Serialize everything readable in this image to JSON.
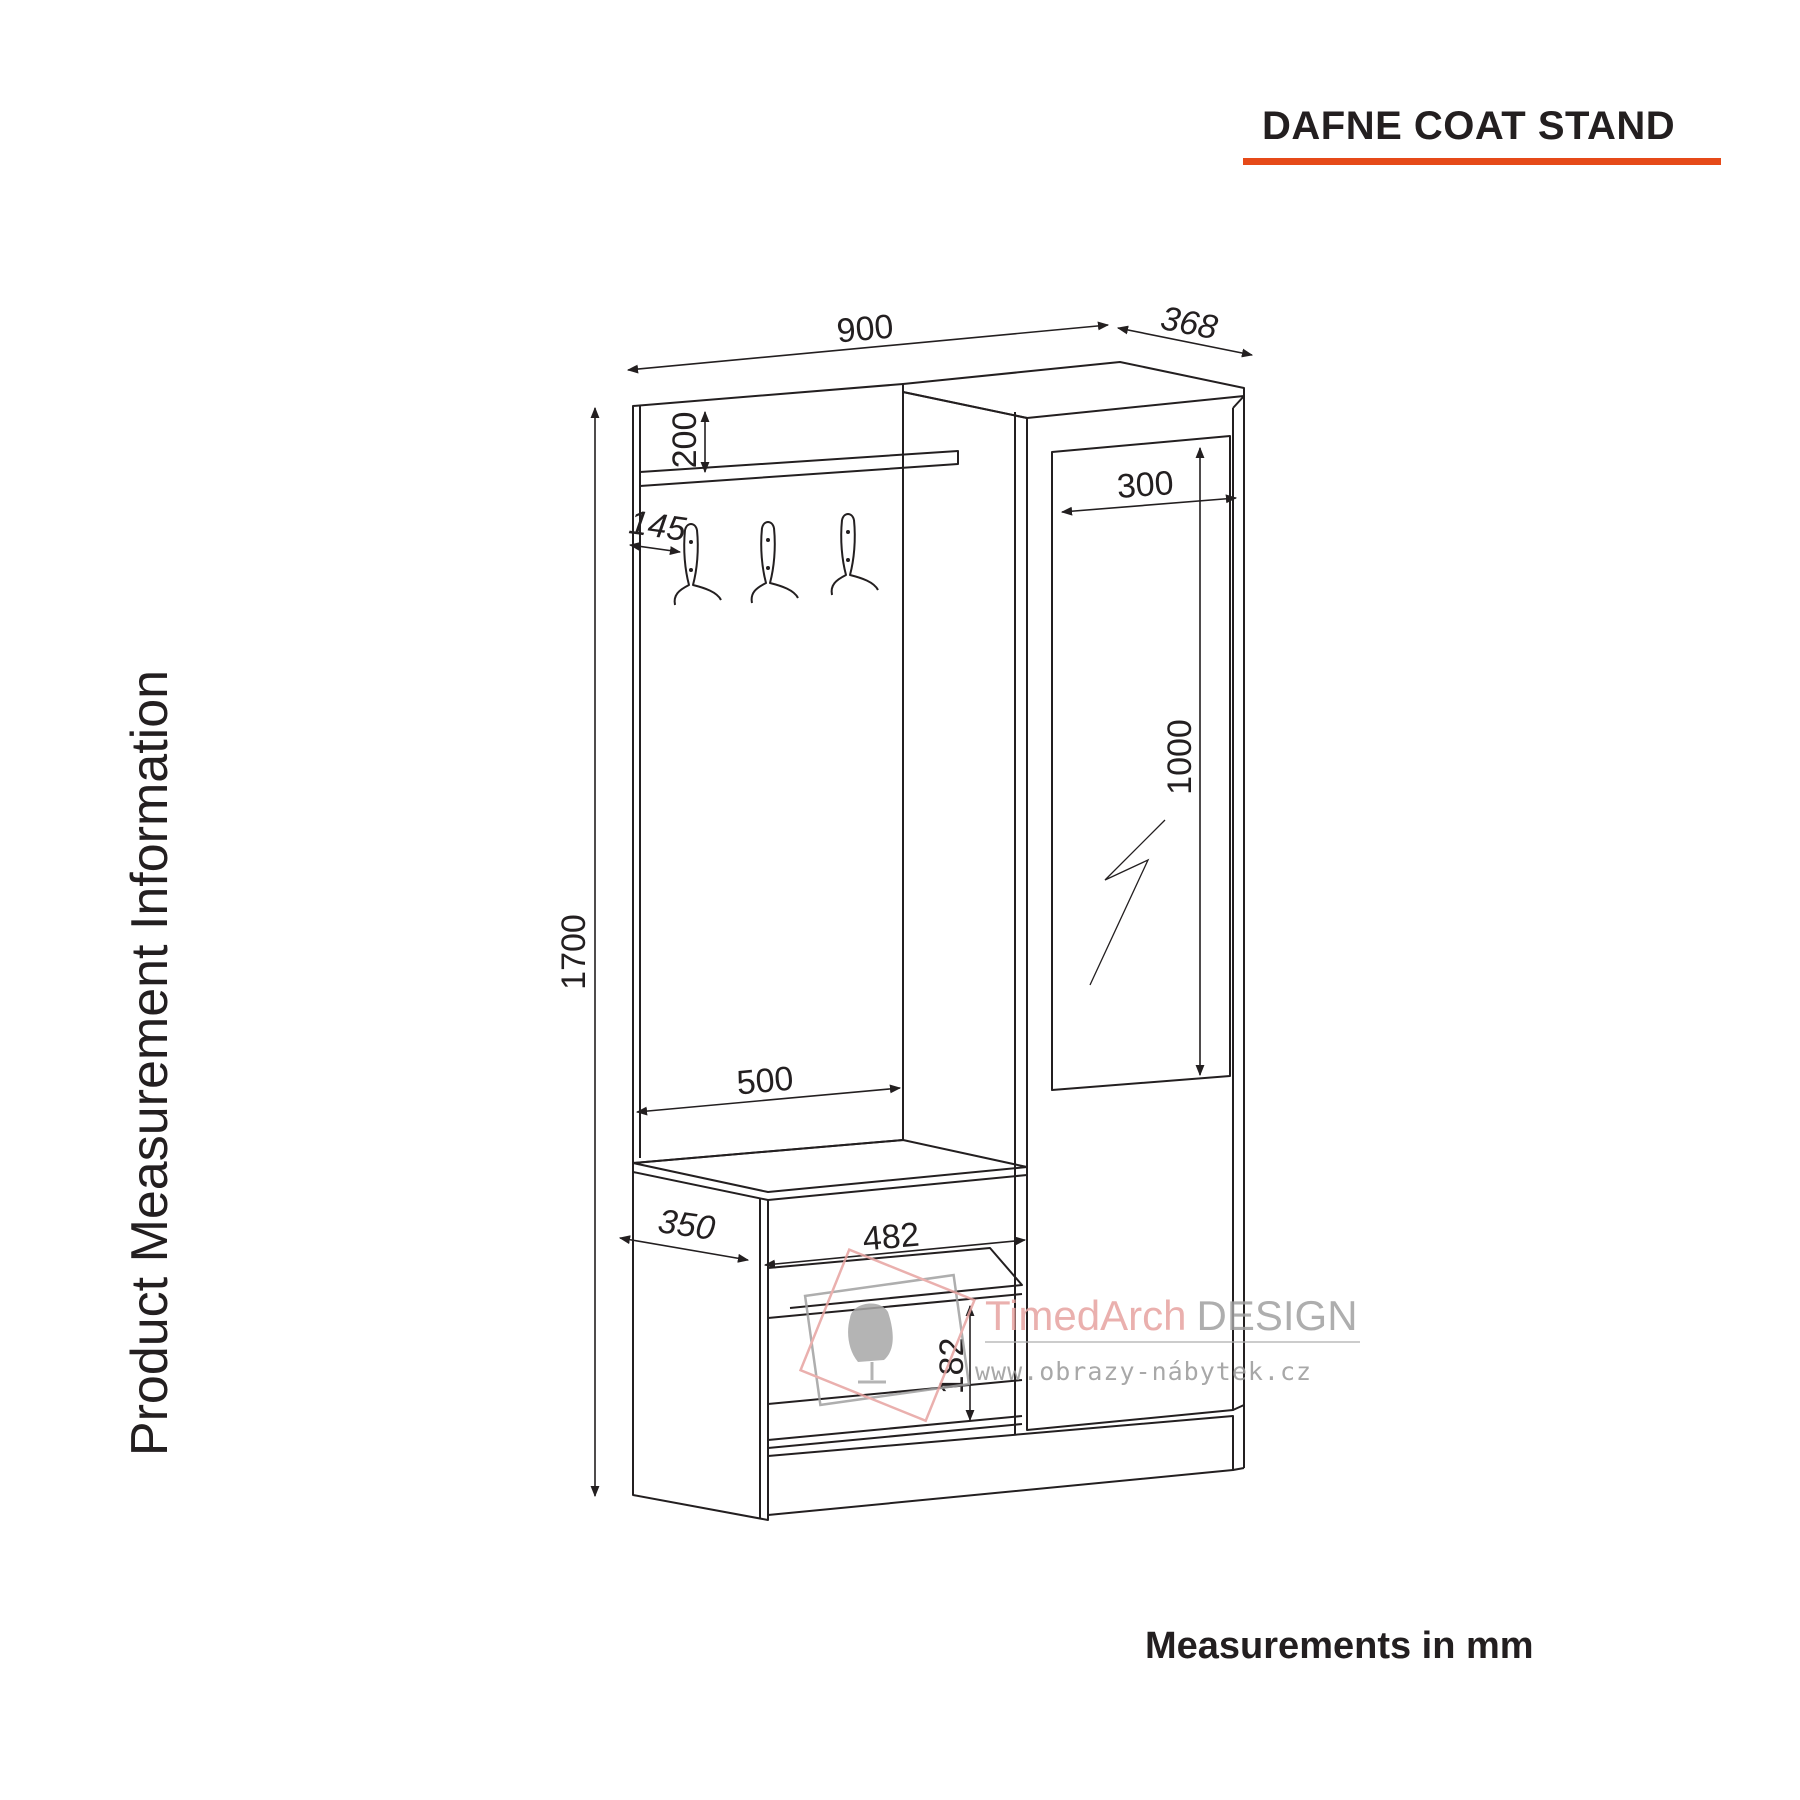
{
  "title": "DAFNE COAT STAND",
  "side_label": "Product Measurement Information",
  "units_note": "Measurements in mm",
  "dimensions": {
    "width": "900",
    "depth": "368",
    "height": "1700",
    "shelf_spacing": "200",
    "hook_depth": "145",
    "mirror_width": "300",
    "mirror_height": "1000",
    "hanging_width": "500",
    "bench_depth": "350",
    "shoe_width": "482",
    "shoe_height": "182"
  },
  "watermark": {
    "brand_first": "TimedArch",
    "brand_second": "DESIGN",
    "url": "www.obrazy-nábytek.cz"
  },
  "colors": {
    "accent": "#e64a19",
    "ink": "#231f20",
    "watermark_red": "#e7a3a0",
    "watermark_gray": "#a0a0a0"
  }
}
